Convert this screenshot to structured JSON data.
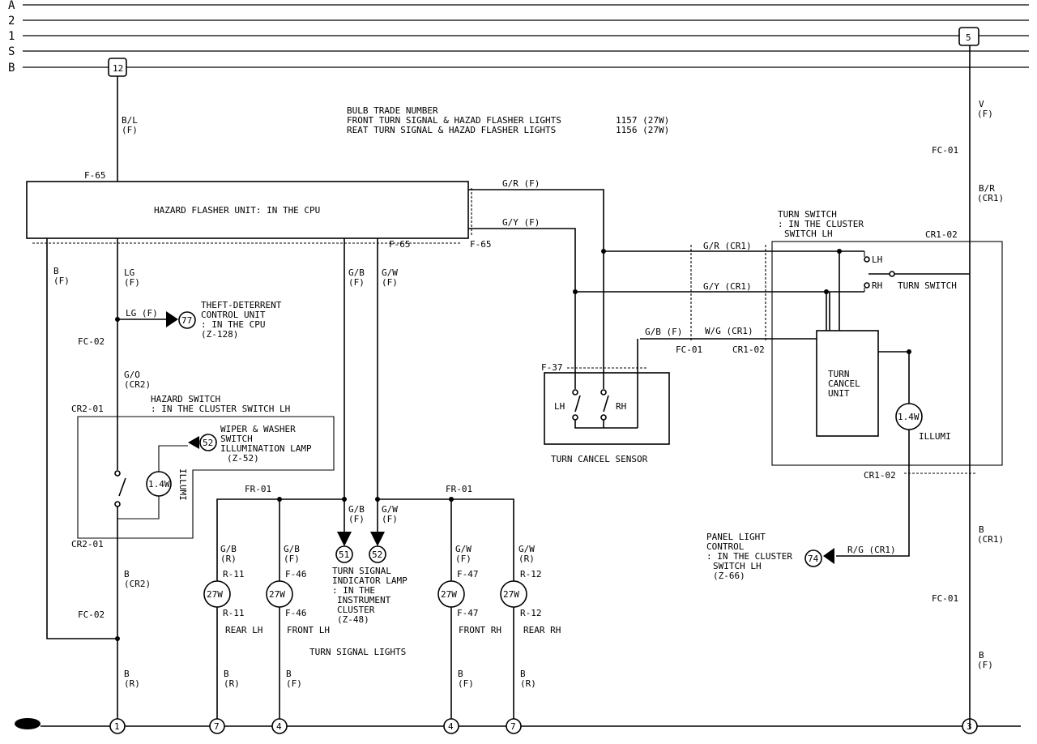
{
  "buses": [
    {
      "label": "A",
      "y": 6
    },
    {
      "label": "2",
      "y": 25
    },
    {
      "label": "1",
      "y": 44
    },
    {
      "label": "S",
      "y": 63
    },
    {
      "label": "B",
      "y": 83
    }
  ],
  "connectors": {
    "left_top": "12",
    "right_top": "5"
  },
  "wire_labels": {
    "b_l": "B/L",
    "f": "(F)",
    "v": "V",
    "f65_top": "F-65",
    "f65_mid": "F-65",
    "f65_right": "F-65",
    "fc01_top": "FC-01",
    "b_r": "B/R",
    "cr1": "(CR1)",
    "g_r_f": "G/R (F)",
    "g_y_f": "G/Y (F)",
    "b": "B",
    "lg": "LG",
    "g_b": "G/B",
    "g_w": "G/W",
    "lg_f": "LG (F)",
    "fc02": "FC-02",
    "g_o": "G/O",
    "cr2": "(CR2)",
    "cr2_01_top": "CR2-01",
    "cr2_01_bot": "CR2-01",
    "fc02_bot": "FC-02",
    "fr01_left": "FR-01",
    "fr01_right": "FR-01",
    "g_r_cr1": "G/R (CR1)",
    "g_y_cr1": "G/Y (CR1)",
    "w_g_cr1": "W/G (CR1)",
    "g_b_f": "G/B (F)",
    "fc01_mid": "FC-01",
    "cr1_02_left": "CR1-02",
    "cr1_02_top": "CR1-02",
    "cr1_02_bot": "CR1-02",
    "f37": "F-37",
    "r_g_cr1": "R/G (CR1)",
    "fc01_bot": "FC-01",
    "r": "(R)",
    "r11": "R-11",
    "f46": "F-46",
    "f47": "F-47",
    "r12": "R-12"
  },
  "bulb_info": {
    "title": "BULB TRADE NUMBER",
    "front_label": "FRONT TURN SIGNAL & HAZAD FLASHER LIGHTS",
    "front_value": "1157 (27W)",
    "rear_label": "REAT TURN SIGNAL & HAZAD FLASHER LIGHTS",
    "rear_value": "1156 (27W)"
  },
  "components": {
    "hazard_flasher": "HAZARD FLASHER UNIT: IN THE CPU",
    "theft_line1": "THEFT-DETERRENT",
    "theft_line2": "CONTROL UNIT",
    "theft_line3": ": IN THE CPU",
    "theft_line4": "(Z-128)",
    "theft_num": "77",
    "hazard_sw_line1": "HAZARD SWITCH",
    "hazard_sw_line2": ": IN THE CLUSTER SWITCH LH",
    "wiper_line1": "WIPER & WASHER",
    "wiper_line2": "SWITCH",
    "wiper_line3": "ILLUMINATION LAMP",
    "wiper_line4": "(Z-52)",
    "wiper_num": "52",
    "illumi": "ILLUMI",
    "lamp_1_4w": "1.4W",
    "turn_sw_line1": "TURN SWITCH",
    "turn_sw_line2": ": IN THE CLUSTER",
    "turn_sw_line3": "SWITCH LH",
    "lh": "LH",
    "rh": "RH",
    "turn_switch": "TURN SWITCH",
    "tcu_line1": "TURN",
    "tcu_line2": "CANCEL",
    "tcu_line3": "UNIT",
    "turn_cancel_sensor": "TURN CANCEL SENSOR",
    "ind_num1": "51",
    "ind_num2": "52",
    "ind_line1": "TURN SIGNAL",
    "ind_line2": "INDICATOR LAMP",
    "ind_line3": ": IN THE",
    "ind_line4": "INSTRUMENT",
    "ind_line5": "CLUSTER",
    "ind_line6": "(Z-48)",
    "panel_line1": "PANEL LIGHT",
    "panel_line2": "CONTROL",
    "panel_line3": ": IN THE CLUSTER",
    "panel_line4": "SWITCH LH",
    "panel_line5": "(Z-66)",
    "panel_num": "74",
    "lamp_27w": "27W",
    "rear_lh": "REAR LH",
    "front_lh": "FRONT LH",
    "front_rh": "FRONT RH",
    "rear_rh": "REAR RH",
    "turn_signal_lights": "TURN SIGNAL LIGHTS"
  },
  "grounds": {
    "g1": "1",
    "g7a": "7",
    "g4a": "4",
    "g4b": "4",
    "g7b": "7",
    "g3": "3"
  }
}
